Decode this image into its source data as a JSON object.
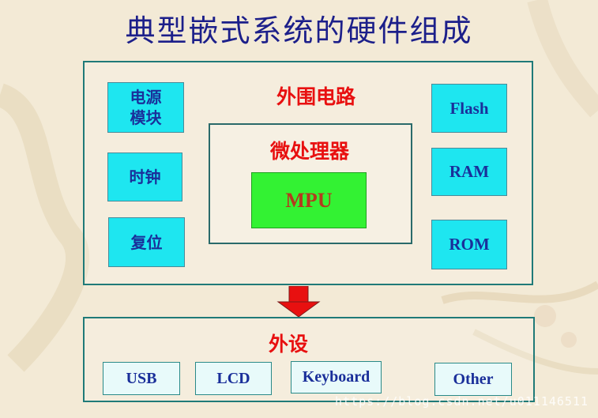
{
  "title": "典型嵌式系统的硬件组成",
  "peripheral_circuit": {
    "label": "外围电路",
    "left_modules": [
      "电源模块",
      "时钟",
      "复位"
    ],
    "right_modules": [
      "Flash",
      "RAM",
      "ROM"
    ]
  },
  "microprocessor": {
    "label": "微处理器",
    "core": "MPU"
  },
  "peripherals": {
    "label": "外设",
    "devices": [
      "USB",
      "LCD",
      "Keyboard",
      "Other"
    ]
  },
  "watermark": "https://blog.csdn.net/u011146511",
  "colors": {
    "title": "#1c1f8a",
    "module_fill": "#1ee6f0",
    "mpu_fill": "#33f233",
    "label_red": "#e81010",
    "arrow": "#e81010"
  }
}
